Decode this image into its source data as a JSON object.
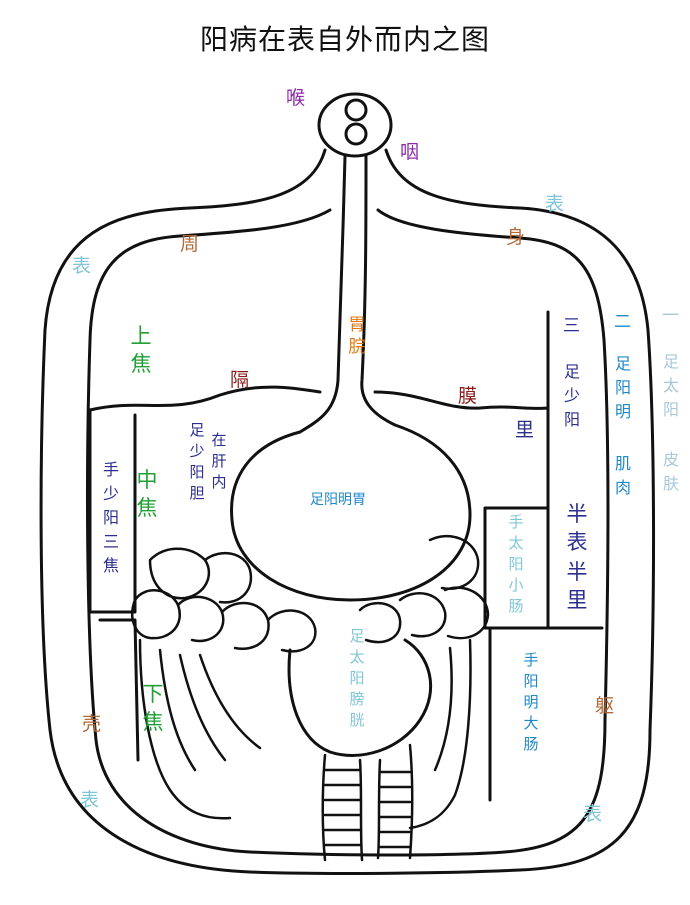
{
  "title": "阳病在表自外而内之图",
  "colors": {
    "outline": "#111111",
    "purple": "#8B2BA8",
    "orange": "#E07A10",
    "brown": "#B06A3A",
    "lightblue": "#7FC6D8",
    "green": "#22A035",
    "darkred": "#8B1A1A",
    "navy": "#2B2E8F",
    "blue": "#1E88C8",
    "lightgray": "#A8C8D8"
  },
  "labels": {
    "hou": "喉",
    "yan": "咽",
    "biao_top_right": "表",
    "shen": "身",
    "zhou": "周",
    "biao_left": "表",
    "weiwan": "胃脘",
    "shangjiao": "上焦",
    "ge": "隔",
    "mo": "膜",
    "li": "里",
    "zu_shaoyang_dan": "足少阳胆",
    "zai_gan_nei": "在肝内",
    "shou_shaoyang_sanjiao": "手少阳三焦",
    "zhongjiao": "中焦",
    "zu_yangming_wei": "足阳明胃",
    "san": "三",
    "zu_shaoyang": "足少阳",
    "er": "二",
    "zu_yangming": "足阳明",
    "jirou": "肌肉",
    "yi": "一",
    "zu_taiyang": "足太阳",
    "pifu": "皮肤",
    "ban_biao": "半表",
    "ban_li": "半里",
    "shou_taiyang_xiaochang": "手太阳小肠",
    "zu_taiyang_pangguang": "足太阳膀胱",
    "xiajiao": "下焦",
    "shou_yangming_dachang": "手阳明大肠",
    "ke": "壳",
    "qu": "躯",
    "biao_bottom_left": "表",
    "biao_bottom_right": "表"
  }
}
